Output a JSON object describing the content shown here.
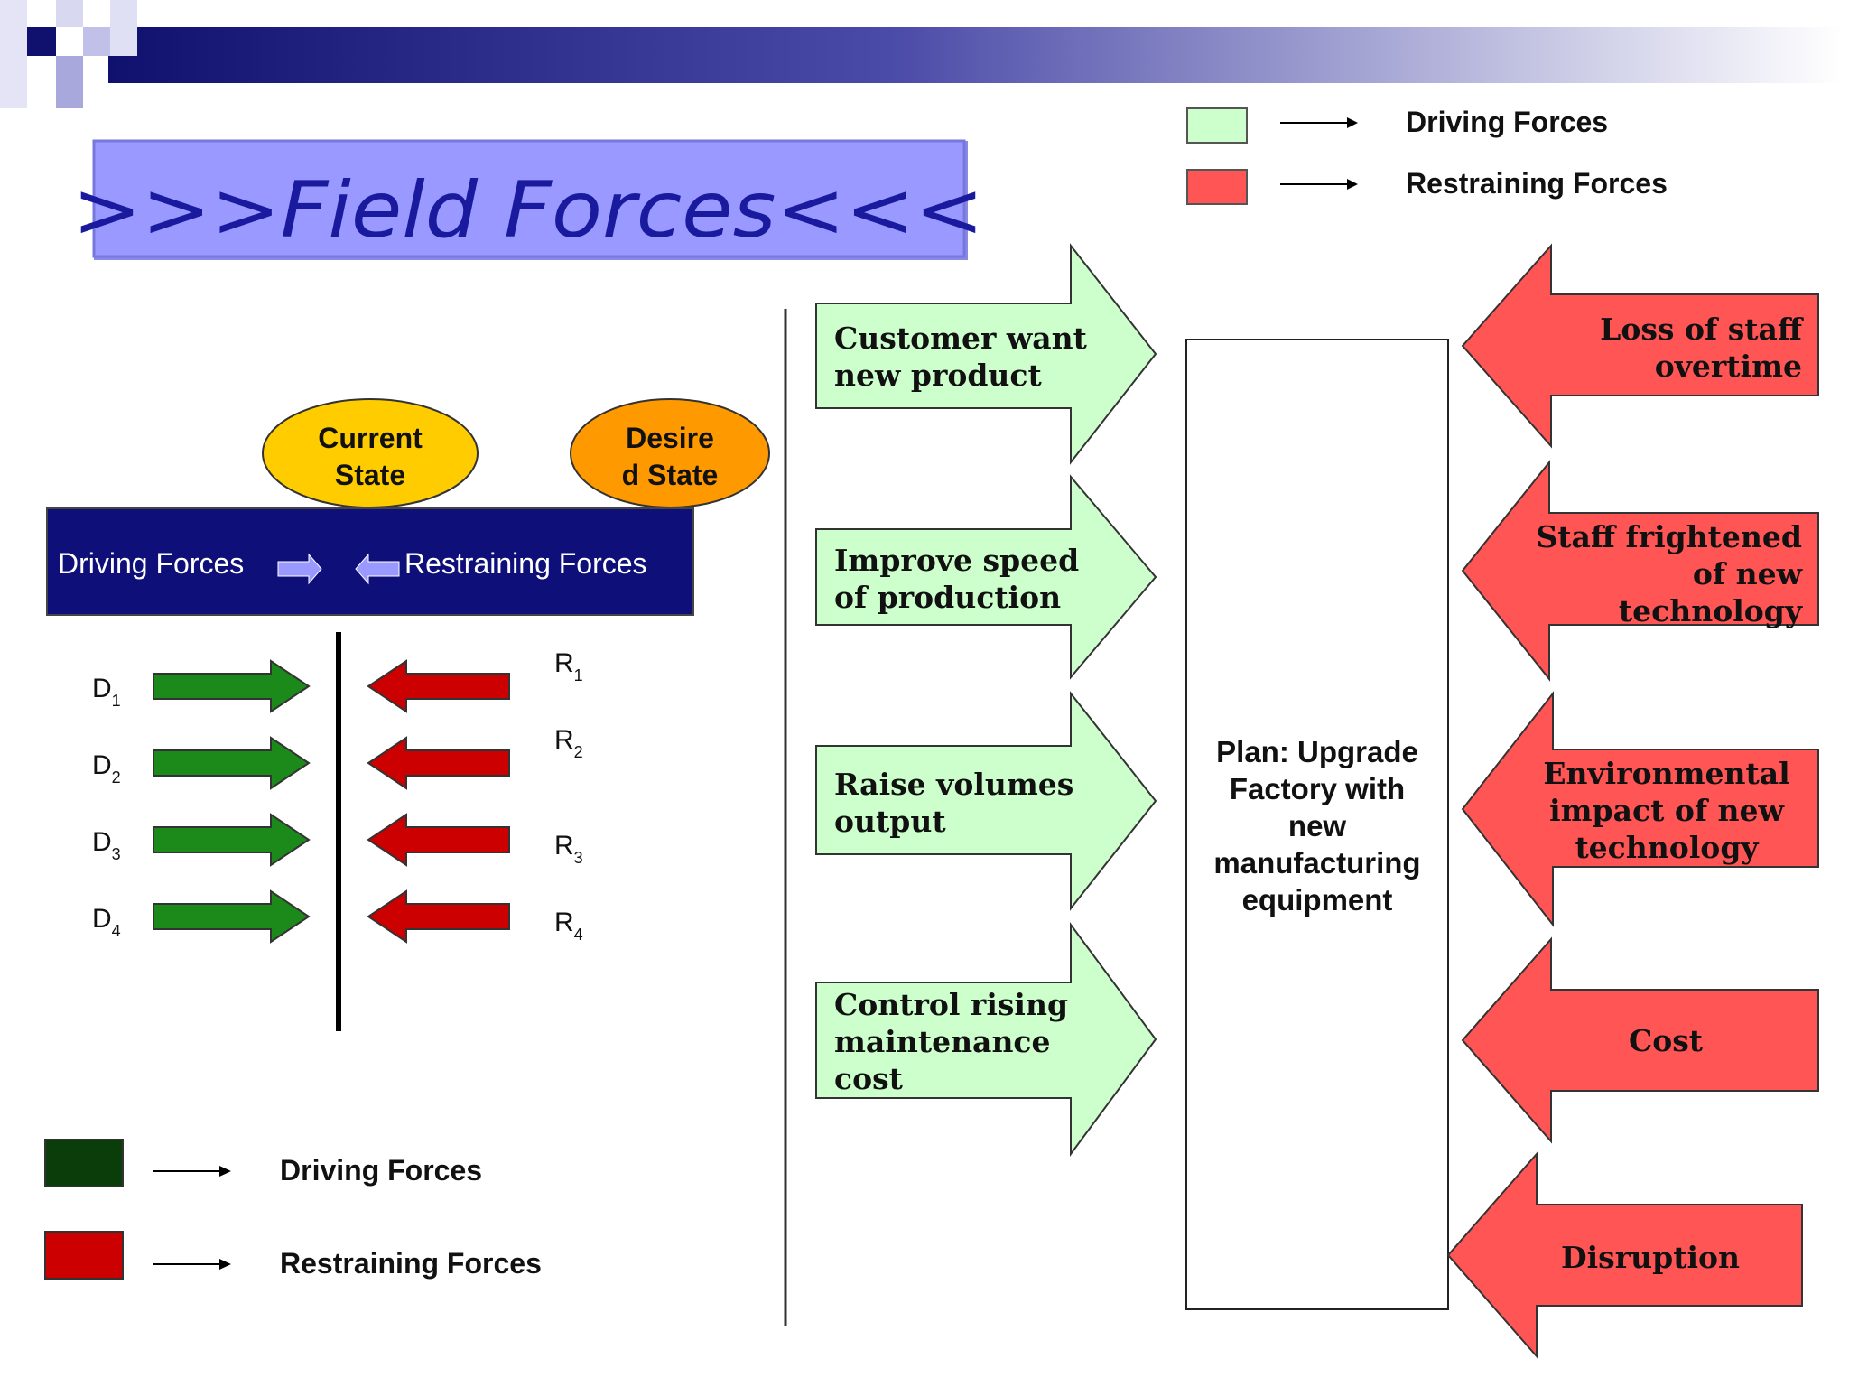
{
  "title": ">>>Field Forces<<<",
  "colors": {
    "header_dark": "#1c1c8c",
    "title_bg": "#9999ff",
    "title_text": "#1a1a9e",
    "banner_bg": "#0f0f7a",
    "current_state": "#ffcc00",
    "desired_state": "#ff9900",
    "driving_arrow": "#1b8a1b",
    "restraining_arrow": "#cc0000",
    "driving_legend_dark": "#0a3d0a",
    "restraining_legend": "#cc0000",
    "driving_force_fill": "#ccffcc",
    "restraining_force_fill": "#ff5555"
  },
  "left_diagram": {
    "current_state": [
      "Current",
      "State"
    ],
    "desired_state": [
      "Desire",
      "d State"
    ],
    "banner": {
      "driving": "Driving Forces",
      "restraining": "Restraining Forces"
    },
    "driving_labels": [
      {
        "main": "D",
        "sub": "1"
      },
      {
        "main": "D",
        "sub": "2"
      },
      {
        "main": "D",
        "sub": "3"
      },
      {
        "main": "D",
        "sub": "4"
      }
    ],
    "restraining_labels": [
      {
        "main": "R",
        "sub": "1"
      },
      {
        "main": "R",
        "sub": "2"
      },
      {
        "main": "R",
        "sub": "3"
      },
      {
        "main": "R",
        "sub": "4"
      }
    ],
    "legend": {
      "driving": "Driving Forces",
      "restraining": "Restraining Forces"
    }
  },
  "top_legend": {
    "driving": "Driving Forces",
    "restraining": "Restraining Forces"
  },
  "plan": [
    "Plan: Upgrade",
    "Factory with",
    "new",
    "manufacturing",
    "equipment"
  ],
  "driving_forces": [
    [
      "Customer want",
      "new product"
    ],
    [
      "Improve speed",
      "of production"
    ],
    [
      "Raise volumes",
      "output"
    ],
    [
      "Control rising",
      "maintenance",
      "cost"
    ]
  ],
  "restraining_forces": [
    [
      "Loss of staff",
      "overtime"
    ],
    [
      "Staff frightened",
      "of new",
      "technology"
    ],
    [
      "Environmental",
      "impact of new",
      "technology"
    ],
    [
      "Cost"
    ],
    [
      "Disruption"
    ]
  ]
}
